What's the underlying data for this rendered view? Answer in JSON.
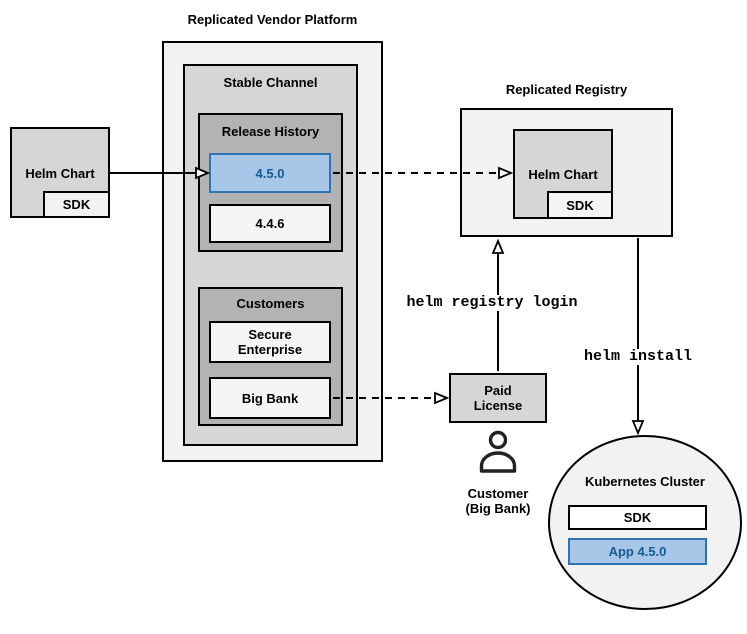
{
  "colors": {
    "gray_lightest": "#f2f2f2",
    "gray_light": "#d6d6d6",
    "gray_medium": "#b3b3b3",
    "gray_offwhite": "#f5f5f5",
    "blue_fill": "#a8c6e8",
    "blue_border": "#2e74b5",
    "blue_text": "#155a96",
    "line": "#000000"
  },
  "vendor_helm_chart": {
    "label": "Helm Chart",
    "sdk_label": "SDK"
  },
  "platform": {
    "title": "Replicated Vendor Platform",
    "stable_channel": {
      "title": "Stable Channel",
      "release_history": {
        "title": "Release History",
        "releases": [
          {
            "version": "4.5.0",
            "highlighted": true
          },
          {
            "version": "4.4.6",
            "highlighted": false
          }
        ]
      },
      "customers": {
        "title": "Customers",
        "items": [
          "Secure Enterprise",
          "Big Bank"
        ]
      }
    }
  },
  "registry": {
    "title": "Replicated Registry",
    "helm_chart": {
      "label": "Helm Chart",
      "sdk_label": "SDK"
    }
  },
  "paid_license": {
    "label": "Paid License"
  },
  "customer": {
    "line1": "Customer",
    "line2": "(Big Bank)"
  },
  "commands": {
    "registry_login": "helm registry login",
    "install": "helm install"
  },
  "cluster": {
    "title": "Kubernetes Cluster",
    "sdk_label": "SDK",
    "app_label": "App 4.5.0"
  }
}
